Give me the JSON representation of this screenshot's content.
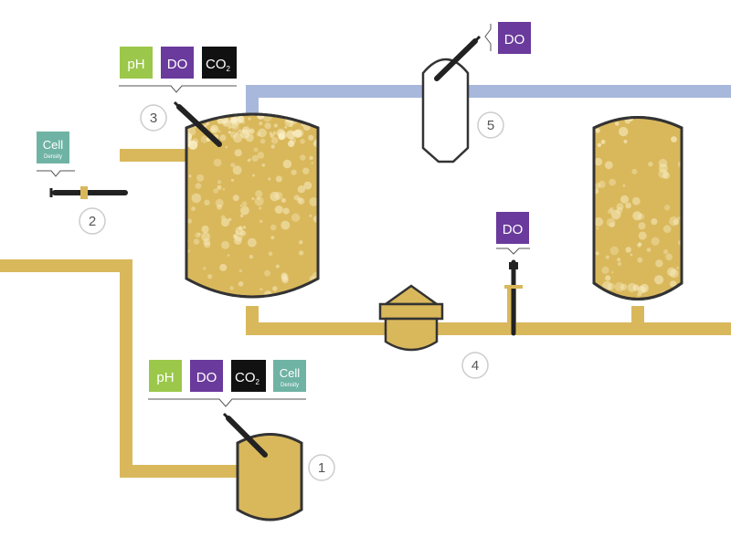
{
  "colors": {
    "pipe": "#d9b85c",
    "gas_pipe": "#a8b8dc",
    "vessel_fill": "#d9b85c",
    "outline": "#333333",
    "ph_badge": "#9bc84a",
    "do_badge": "#6a3a9c",
    "co2_badge": "#111111",
    "cell_badge": "#6fb3a4"
  },
  "badges": {
    "ph": "pH",
    "do": "DO",
    "co2_main": "CO",
    "co2_sub": "2",
    "cell_main": "Cell",
    "cell_sub": "Density"
  },
  "steps": {
    "s1": "1",
    "s2": "2",
    "s3": "3",
    "s4": "4",
    "s5": "5"
  },
  "icons": {
    "sensor_probe": "sensor-probe-icon",
    "bubble": "bubble-icon"
  }
}
